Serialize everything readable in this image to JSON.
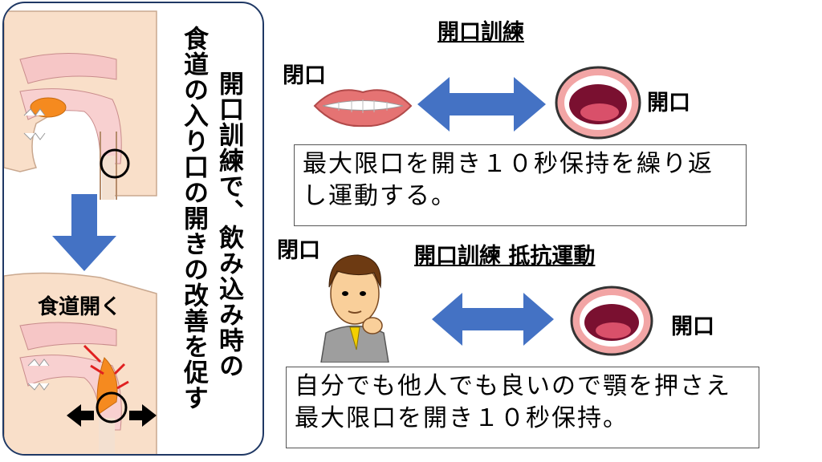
{
  "left": {
    "top_label": "",
    "bottom_label": "食道開く",
    "vertical_text_1": "開口訓練で、飲み込み時の",
    "vertical_text_2": "食道の入り口の開きの改善を促す"
  },
  "section1": {
    "title": "開口訓練",
    "closed_label": "閉口",
    "open_label": "開口",
    "description": "最大限口を開き１０秒保持を繰り返し運動する。"
  },
  "section2": {
    "title": "開口訓練 抵抗運動",
    "closed_label": "閉口",
    "open_label": "開口",
    "description": "自分でも他人でも良いので顎を押さえ最大限口を開き１０秒保持。"
  },
  "colors": {
    "arrow_blue": "#4472c4",
    "panel_border": "#1f3864",
    "skin": "#f9dfc9",
    "orange": "#f58a1f",
    "lip": "#e57373",
    "mouth_dark": "#7a1030"
  }
}
